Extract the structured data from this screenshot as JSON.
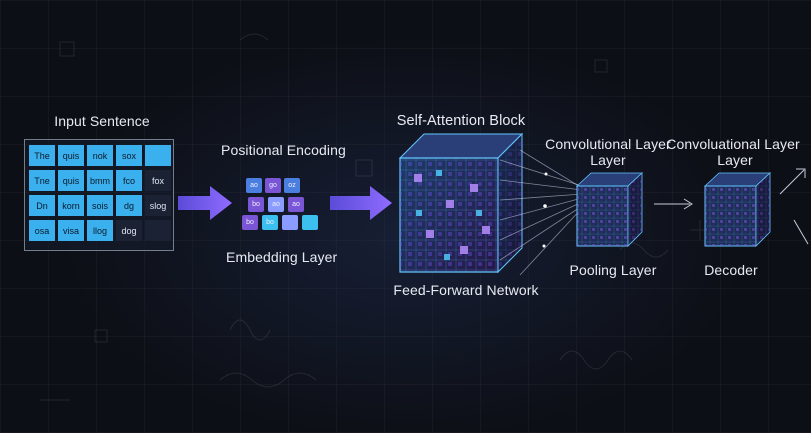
{
  "labels": {
    "input_sentence": "Input Sentence",
    "positional_encoding": "Positional Encoding",
    "embedding_layer": "Embedding Layer",
    "self_attention": "Self-Attention Block",
    "feed_forward": "Feed-Forward Network",
    "conv_layer_1": "Convolutional Layer",
    "conv_layer_2": "Convoluational Layer",
    "pooling_layer": "Pooling Layer",
    "decoder": "Decoder"
  },
  "input_tokens": [
    [
      "The",
      "quis",
      "nok",
      "sox",
      ""
    ],
    [
      "Tne",
      "quis",
      "bmm",
      "fco",
      "fox"
    ],
    [
      "Dn",
      "korn",
      "sois",
      "dg",
      "slog"
    ],
    [
      "osa",
      "visa",
      "llog",
      "dog",
      ""
    ]
  ],
  "embedding_tokens": [
    "ao",
    "go",
    "oz",
    "bo",
    "ao",
    "ao",
    "bo",
    "bo"
  ],
  "colors": {
    "background": "#0d0f16",
    "accent_purple": "#7b5cf0",
    "token_blue": "#3ab0ee",
    "cube_cyan": "#49c7f5"
  },
  "icons": [
    "arrow-right-icon",
    "arrow-right-icon",
    "arrow-right-icon"
  ]
}
